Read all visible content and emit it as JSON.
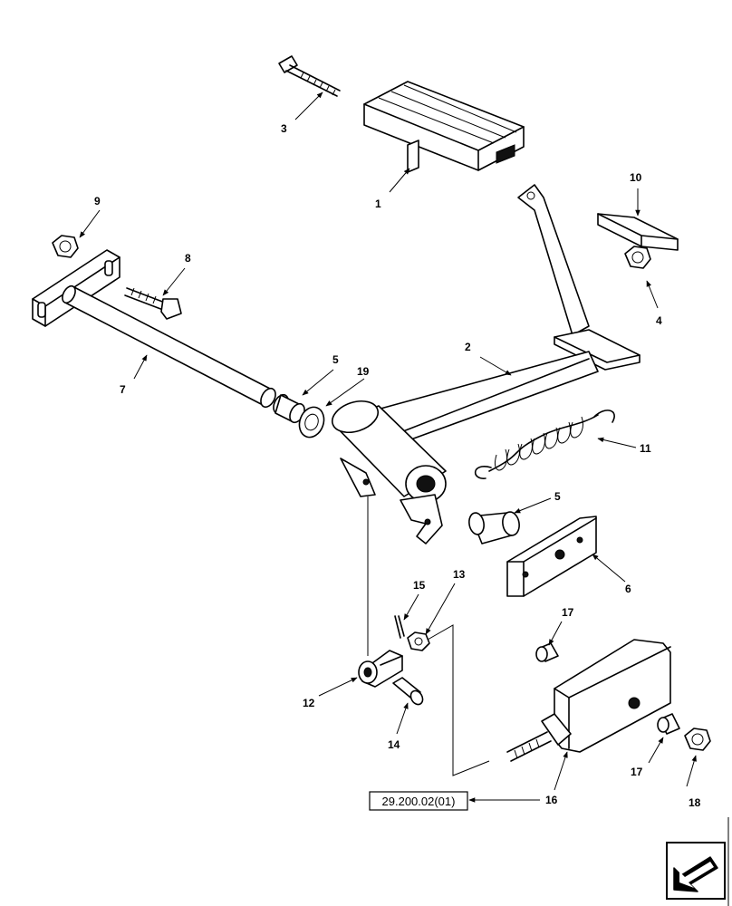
{
  "callouts": {
    "c1": "1",
    "c2": "2",
    "c3": "3",
    "c4": "4",
    "c5a": "5",
    "c5b": "5",
    "c6": "6",
    "c7": "7",
    "c8": "8",
    "c9": "9",
    "c10": "10",
    "c11": "11",
    "c12": "12",
    "c13": "13",
    "c14": "14",
    "c15": "15",
    "c16": "16",
    "c17a": "17",
    "c17b": "17",
    "c18": "18",
    "c19": "19"
  },
  "reference_box": {
    "label": "29.200.02(01)"
  },
  "nav": {
    "icon": "next-page-arrow-icon"
  }
}
